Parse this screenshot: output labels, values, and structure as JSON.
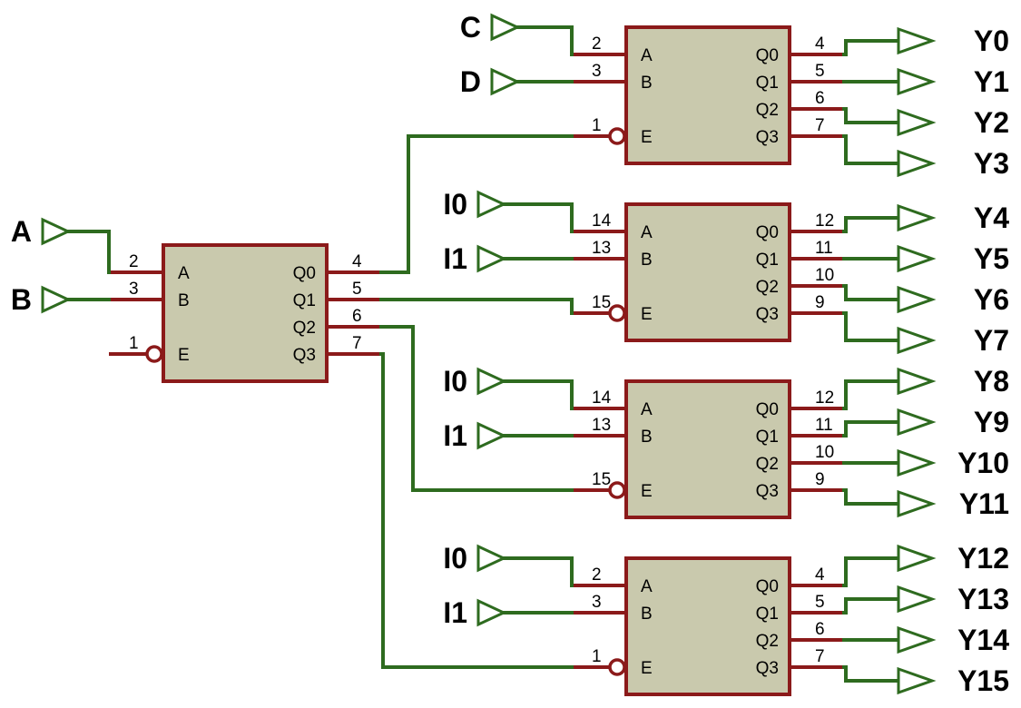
{
  "colors": {
    "wire": "#2e6b1f",
    "pin": "#8b1a1a",
    "chip_fill": "#c9c9ad",
    "text": "#000000",
    "background": "#ffffff"
  },
  "chips": [
    {
      "id": "u1",
      "labels": {
        "a": "A",
        "b": "B",
        "e": "E",
        "q0": "Q0",
        "q1": "Q1",
        "q2": "Q2",
        "q3": "Q3"
      },
      "pins": {
        "a": "2",
        "b": "3",
        "e": "1",
        "q0": "4",
        "q1": "5",
        "q2": "6",
        "q3": "7"
      }
    },
    {
      "id": "u2",
      "labels": {
        "a": "A",
        "b": "B",
        "e": "E",
        "q0": "Q0",
        "q1": "Q1",
        "q2": "Q2",
        "q3": "Q3"
      },
      "pins": {
        "a": "2",
        "b": "3",
        "e": "1",
        "q0": "4",
        "q1": "5",
        "q2": "6",
        "q3": "7"
      }
    },
    {
      "id": "u3",
      "labels": {
        "a": "A",
        "b": "B",
        "e": "E",
        "q0": "Q0",
        "q1": "Q1",
        "q2": "Q2",
        "q3": "Q3"
      },
      "pins": {
        "a": "14",
        "b": "13",
        "e": "15",
        "q0": "12",
        "q1": "11",
        "q2": "10",
        "q3": "9"
      }
    },
    {
      "id": "u4",
      "labels": {
        "a": "A",
        "b": "B",
        "e": "E",
        "q0": "Q0",
        "q1": "Q1",
        "q2": "Q2",
        "q3": "Q3"
      },
      "pins": {
        "a": "14",
        "b": "13",
        "e": "15",
        "q0": "12",
        "q1": "11",
        "q2": "10",
        "q3": "9"
      }
    },
    {
      "id": "u5",
      "labels": {
        "a": "A",
        "b": "B",
        "e": "E",
        "q0": "Q0",
        "q1": "Q1",
        "q2": "Q2",
        "q3": "Q3"
      },
      "pins": {
        "a": "2",
        "b": "3",
        "e": "1",
        "q0": "4",
        "q1": "5",
        "q2": "6",
        "q3": "7"
      }
    }
  ],
  "inputs": [
    "A",
    "B",
    "C",
    "D",
    "I0",
    "I1",
    "I0",
    "I1",
    "I0",
    "I1"
  ],
  "outputs": [
    "Y0",
    "Y1",
    "Y2",
    "Y3",
    "Y4",
    "Y5",
    "Y6",
    "Y7",
    "Y8",
    "Y9",
    "Y10",
    "Y11",
    "Y12",
    "Y13",
    "Y14",
    "Y15"
  ]
}
